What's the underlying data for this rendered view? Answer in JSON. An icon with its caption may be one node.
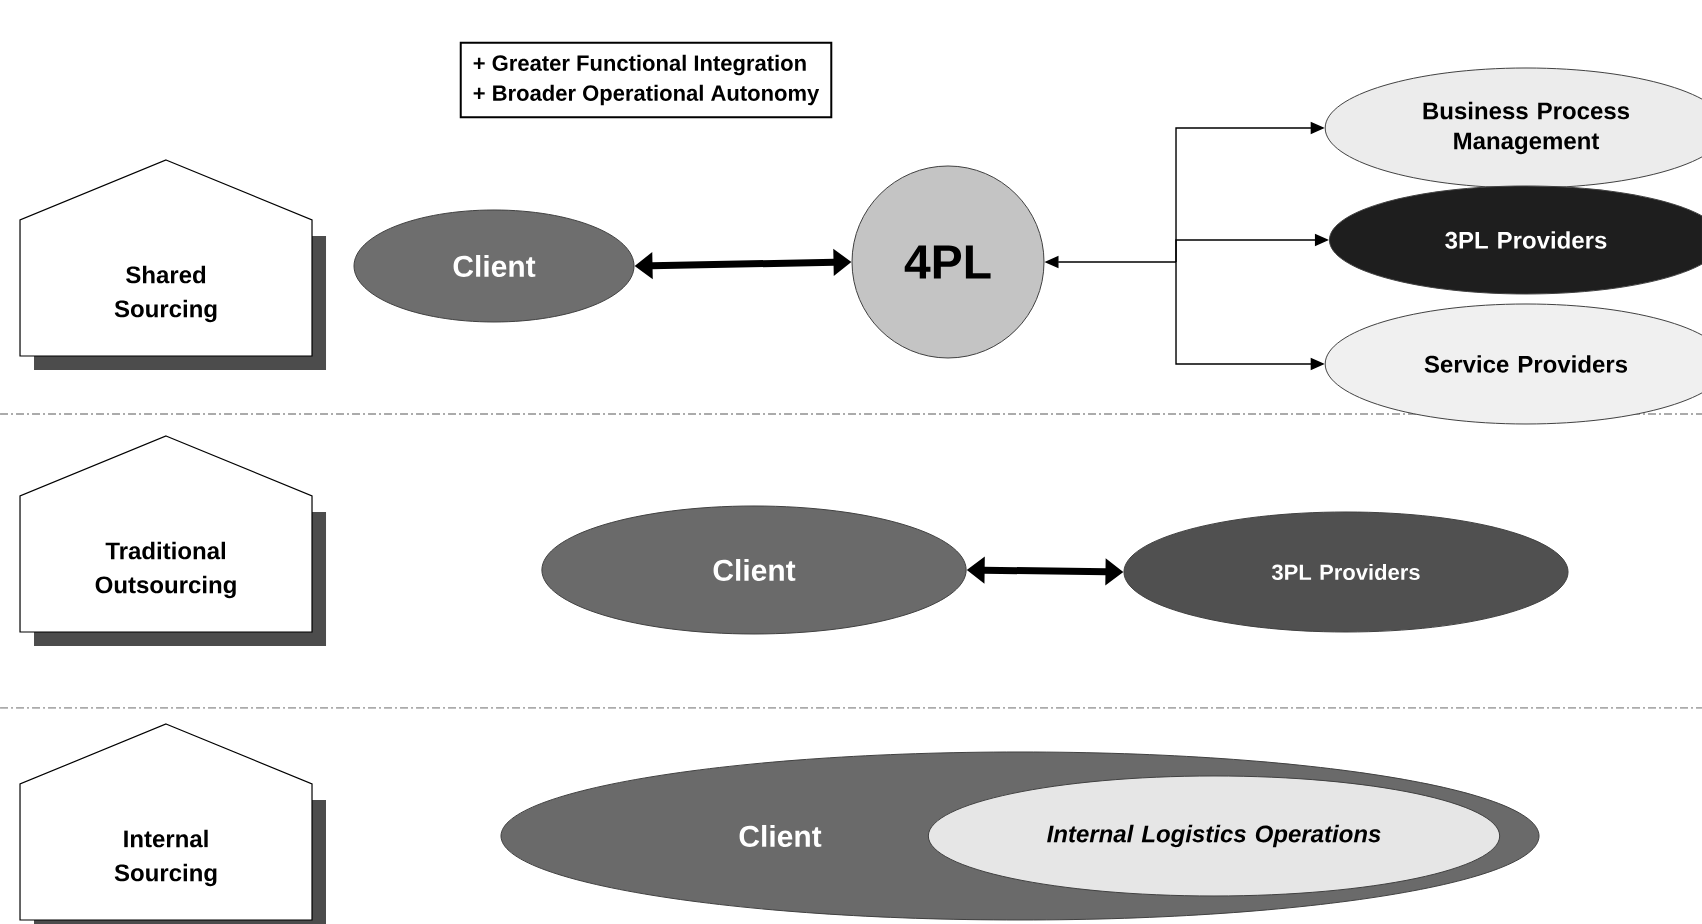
{
  "diagram": {
    "nodes": [
      {
        "text": [
          "+ Greater  Functional Integration",
          "+ Broader Operational Autonomy"
        ]
      },
      {
        "text": [
          "Shared Sourcing"
        ]
      },
      {
        "text": [
          "Client"
        ]
      },
      {
        "text": [
          "4PL"
        ]
      },
      {
        "text": [
          "Business Process Management"
        ]
      },
      {
        "text": [
          "3PL Providers"
        ]
      },
      {
        "text": [
          "Service Providers"
        ]
      },
      {
        "text": [
          "Traditional Outsourcing"
        ]
      },
      {
        "text": [
          "Client"
        ]
      },
      {
        "text": [
          "3PL Providers"
        ]
      },
      {
        "text": [
          "Internal Sourcing"
        ]
      },
      {
        "text": [
          "Client"
        ]
      },
      {
        "text": [
          "Internal Logistics Operations"
        ],
        "in": 11
      }
    ],
    "edges": [
      {
        "from": 2,
        "to": 3,
        "arrow": "both",
        "style": "thick"
      },
      {
        "from": 3,
        "to": 4,
        "arrow": "both"
      },
      {
        "from": 3,
        "to": 5,
        "arrow": "both"
      },
      {
        "from": 3,
        "to": 6,
        "arrow": "both"
      },
      {
        "from": 8,
        "to": 9,
        "arrow": "both",
        "style": "thick"
      }
    ]
  }
}
